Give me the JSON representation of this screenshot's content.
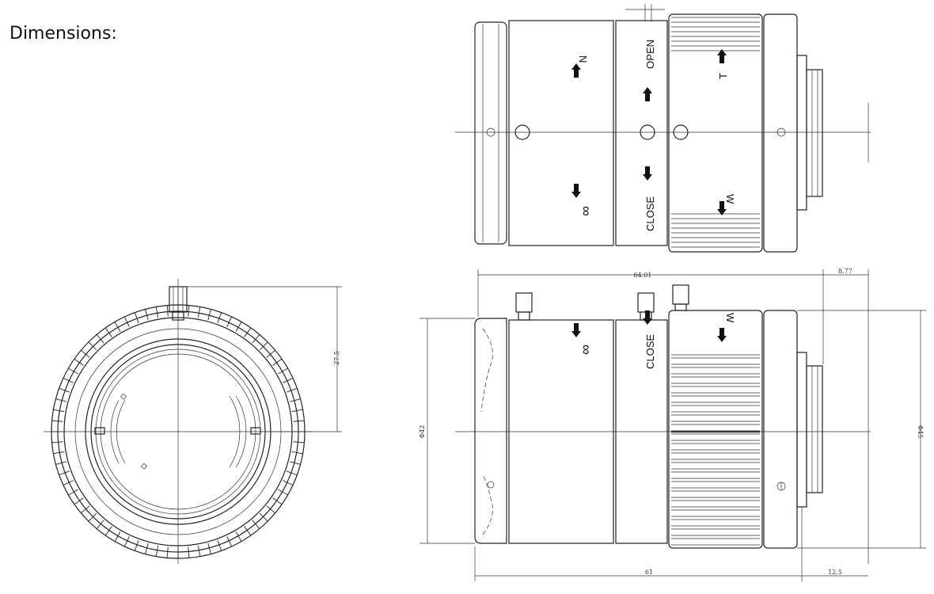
{
  "heading": "Dimensions:",
  "side_view_top": {
    "label_n": "N",
    "label_infinity": "∞",
    "label_open": "OPEN",
    "label_close": "CLOSE",
    "label_t": "T",
    "label_w": "W"
  },
  "side_view_bottom": {
    "label_infinity": "∞",
    "label_close": "CLOSE",
    "label_w": "W",
    "dim_overall_length": "64.01",
    "dim_mount_depth": "8.77",
    "dim_body_length": "61",
    "dim_back_focus": "12.5",
    "dim_front_diameter": "Φ42",
    "dim_rear_diameter": "Φ45"
  },
  "front_view": {
    "dim_height": "27.5"
  },
  "colors": {
    "line": "#222222",
    "background": "#ffffff"
  }
}
